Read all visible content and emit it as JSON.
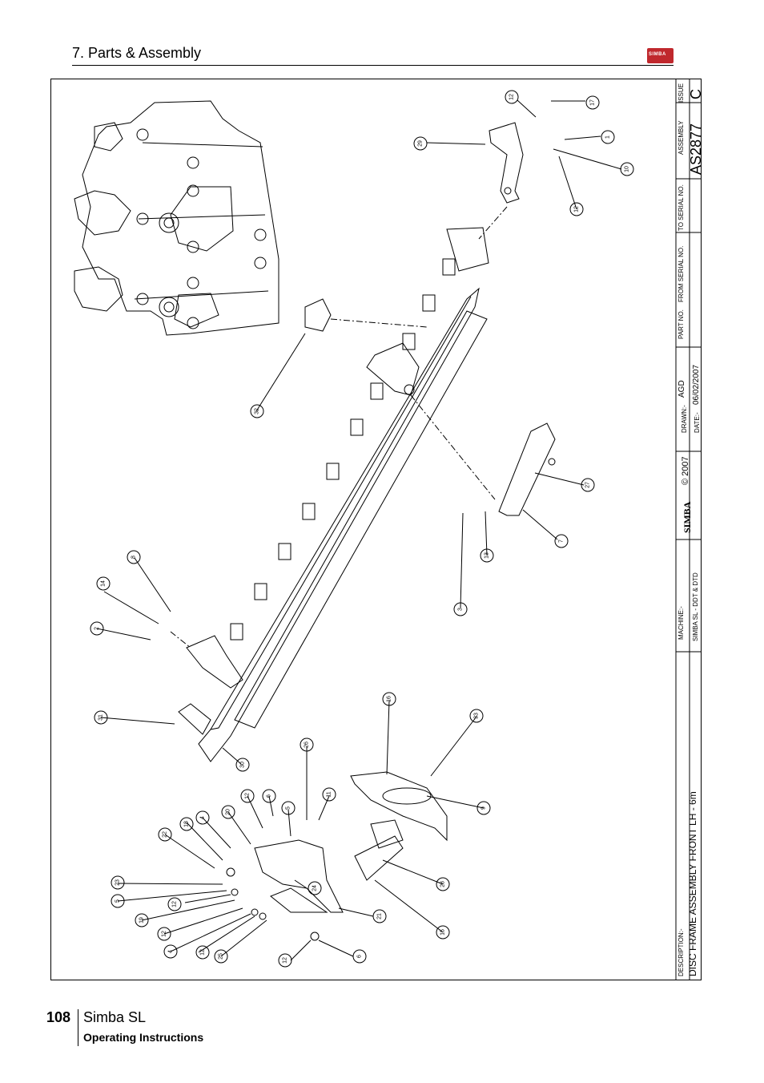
{
  "header": {
    "section_title": "7. Parts & Assembly",
    "logo_text": "SIMBA"
  },
  "title_block": {
    "issue_label": "ISSUE",
    "issue_value": "C",
    "assembly_label": "ASSEMBLY",
    "assembly_value": "AS2877",
    "to_serial_label": "TO SERIAL NO.",
    "from_serial_label": "FROM SERIAL NO.",
    "part_no_label": "PART NO.",
    "drawn_label": "DRAWN:-",
    "drawn_value": "AGD",
    "date_label": "DATE:-",
    "date_value": "06/02/2007",
    "copyright": "© 2007",
    "brand": "SIMBA",
    "machine_label": "MACHINE:-",
    "machine_value": "SIMBA SL - DDT & DTD",
    "description_label": "DESCRIPTION:-",
    "description_value": "DISC FRAME ASSEMBLY FRONT LH - 6m"
  },
  "callouts": [
    "12",
    "17",
    "1",
    "10",
    "12",
    "29",
    "32",
    "27",
    "7",
    "13",
    "3",
    "8",
    "14",
    "2",
    "31",
    "30",
    "16",
    "33",
    "9",
    "28",
    "15",
    "26",
    "11",
    "6",
    "12",
    "5",
    "20",
    "4",
    "18",
    "22",
    "23",
    "5",
    "12",
    "19",
    "12",
    "4",
    "12",
    "25",
    "24",
    "21",
    "12",
    "6"
  ],
  "footer": {
    "page_number": "108",
    "product": "Simba SL",
    "subtitle": "Operating Instructions"
  }
}
